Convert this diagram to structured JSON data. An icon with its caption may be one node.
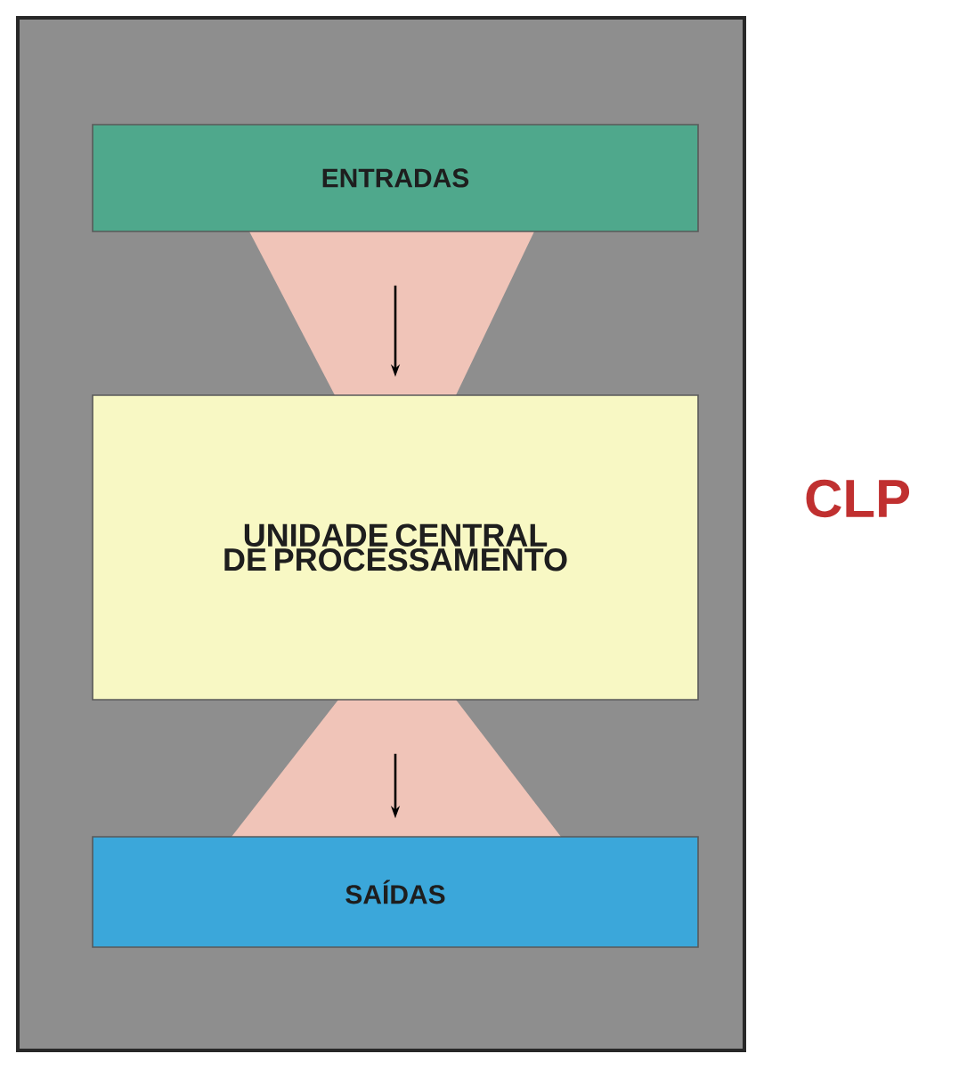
{
  "diagram": {
    "nodes": [
      {
        "text": [],
        "shape": "box",
        "beside": [
          "CLP"
        ]
      },
      {
        "text": [
          "ENTRADAS"
        ],
        "in": 0
      },
      {
        "text": [
          "UNIDADE CENTRAL DE PROCESSAMENTO"
        ],
        "in": 0
      },
      {
        "text": [
          "SAÍDAS"
        ],
        "in": 0
      }
    ],
    "edges": [
      {
        "from": 1,
        "to": 2,
        "arrow": "to"
      },
      {
        "from": 2,
        "to": 3,
        "arrow": "to"
      }
    ]
  }
}
